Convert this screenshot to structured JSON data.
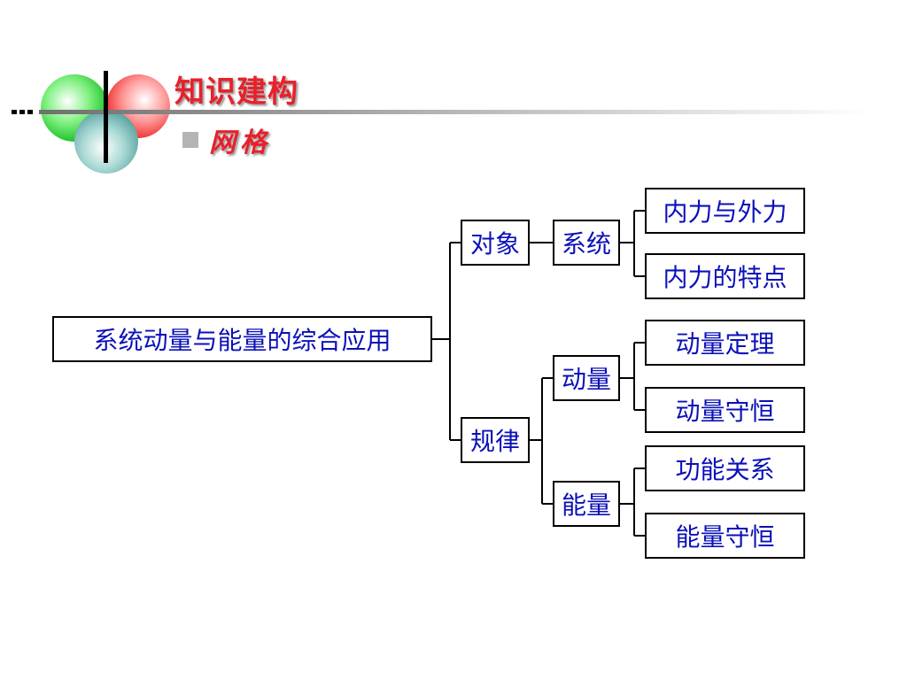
{
  "header": {
    "title": "知识建构",
    "subtitle": "网格"
  },
  "colors": {
    "title": "#e8202a",
    "node_text": "#0b10b8",
    "node_border": "#000000",
    "bullet": "#b4b4b4"
  },
  "tree": {
    "root": "系统动量与能量的综合应用",
    "branch_object": {
      "label": "对象",
      "child": {
        "label": "系统",
        "leaves": [
          "内力与外力",
          "内力的特点"
        ]
      }
    },
    "branch_law": {
      "label": "规律",
      "momentum": {
        "label": "动量",
        "leaves": [
          "动量定理",
          "动量守恒"
        ]
      },
      "energy": {
        "label": "能量",
        "leaves": [
          "功能关系",
          "能量守恒"
        ]
      }
    }
  }
}
